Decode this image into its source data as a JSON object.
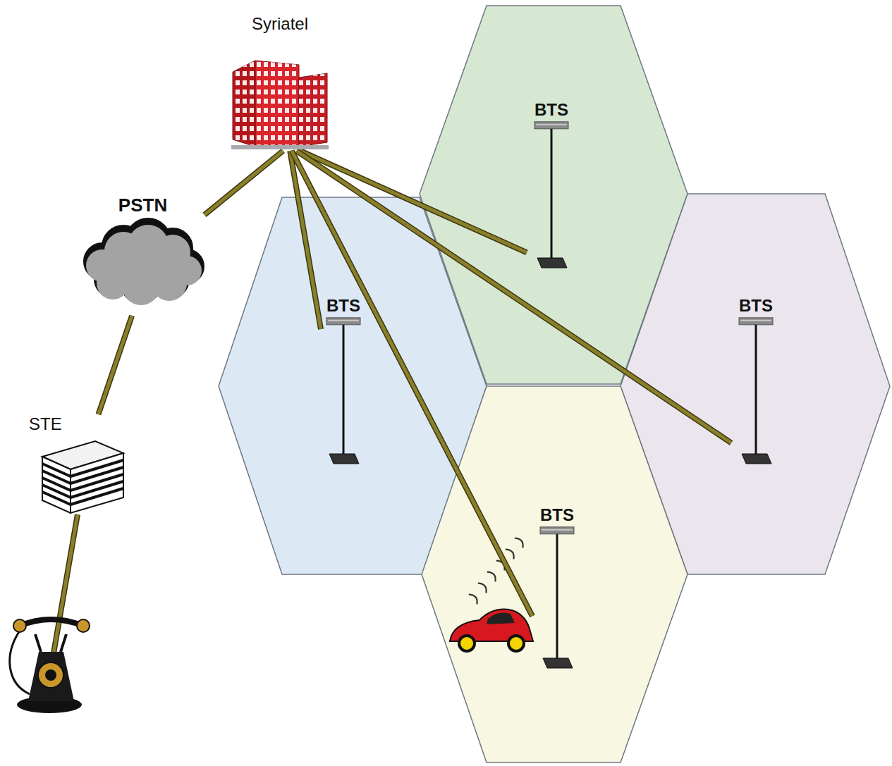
{
  "diagram": {
    "nodes": [
      {
        "text": [
          "Syriatel"
        ]
      },
      {
        "text": [
          "PSTN"
        ]
      },
      {
        "text": [
          "STE"
        ]
      },
      {
        "text": [
          "BTS"
        ]
      },
      {
        "text": [
          "BTS"
        ]
      },
      {
        "text": [
          "BTS"
        ]
      },
      {
        "text": [
          "BTS"
        ]
      }
    ],
    "edges": [
      {
        "from": 0,
        "to": 1,
        "arrow": "none"
      },
      {
        "from": 1,
        "to": 2,
        "arrow": "none"
      },
      {
        "from": 0,
        "to": 3,
        "arrow": "none"
      },
      {
        "from": 0,
        "to": 4,
        "arrow": "none"
      },
      {
        "from": 0,
        "to": 5,
        "arrow": "none"
      },
      {
        "from": 0,
        "to": 6,
        "arrow": "none"
      }
    ]
  }
}
